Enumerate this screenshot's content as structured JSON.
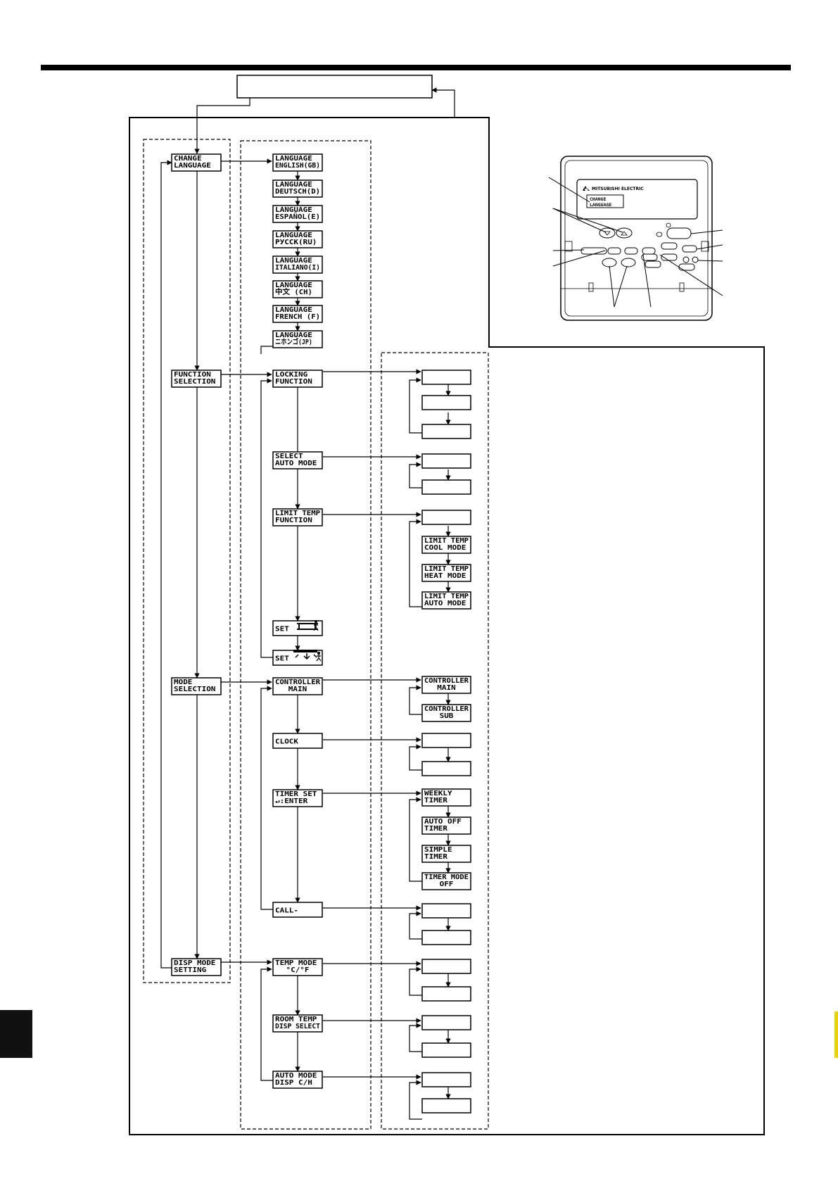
{
  "menu": {
    "main": [
      {
        "id": "change-language",
        "lines": [
          "CHANGE",
          "LANGUAGE"
        ]
      },
      {
        "id": "function-selection",
        "lines": [
          "FUNCTION",
          "SELECTION"
        ]
      },
      {
        "id": "mode-selection",
        "lines": [
          "MODE",
          "SELECTION"
        ]
      },
      {
        "id": "disp-mode-setting",
        "lines": [
          "DISP MODE",
          "SETTING"
        ]
      }
    ],
    "languages": [
      {
        "lines": [
          "LANGUAGE",
          "ENGLISH(GB)"
        ]
      },
      {
        "lines": [
          "LANGUAGE",
          "DEUTSCH(D)"
        ]
      },
      {
        "lines": [
          "LANGUAGE",
          "ESPAÑOL(E)"
        ]
      },
      {
        "lines": [
          "LANGUAGE",
          "РУССК(RU)"
        ]
      },
      {
        "lines": [
          "LANGUAGE",
          "ITALIANO(I)"
        ]
      },
      {
        "lines": [
          "LANGUAGE",
          "中文  (CH)"
        ]
      },
      {
        "lines": [
          "LANGUAGE",
          "FRENCH (F)"
        ]
      },
      {
        "lines": [
          "LANGUAGE",
          "ニホンゴ(JP)"
        ]
      }
    ],
    "functions": [
      {
        "id": "locking",
        "lines": [
          "LOCKING",
          "FUNCTION"
        ]
      },
      {
        "id": "auto",
        "lines": [
          "SELECT",
          "AUTO MODE"
        ]
      },
      {
        "id": "limit",
        "lines": [
          "LIMIT TEMP",
          "FUNCTION"
        ]
      },
      {
        "id": "set1",
        "lines": [
          "SET"
        ]
      },
      {
        "id": "set2",
        "lines": [
          "SET"
        ]
      }
    ],
    "modes": [
      {
        "id": "controller",
        "lines": [
          "CONTROLLER",
          "MAIN"
        ]
      },
      {
        "id": "clock",
        "lines": [
          "CLOCK"
        ]
      },
      {
        "id": "timer",
        "lines": [
          "TIMER SET",
          "↵:ENTER"
        ]
      },
      {
        "id": "call",
        "lines": [
          "CALL-"
        ]
      }
    ],
    "disp": [
      {
        "id": "tempmode",
        "lines": [
          "TEMP MODE",
          "°C/°F"
        ]
      },
      {
        "id": "roomtemp",
        "lines": [
          "ROOM TEMP",
          "DISP SELECT"
        ]
      },
      {
        "id": "automode",
        "lines": [
          "AUTO MODE",
          "DISP C/H"
        ]
      }
    ],
    "options": {
      "limit": [
        {
          "lines": [
            "LIMIT TEMP",
            "COOL MODE"
          ]
        },
        {
          "lines": [
            "LIMIT TEMP",
            "HEAT MODE"
          ]
        },
        {
          "lines": [
            "LIMIT TEMP",
            "AUTO MODE"
          ]
        }
      ],
      "controller": [
        {
          "lines": [
            "CONTROLLER",
            "MAIN"
          ]
        },
        {
          "lines": [
            "CONTROLLER",
            "SUB"
          ]
        }
      ],
      "timer": [
        {
          "lines": [
            "WEEKLY",
            "TIMER"
          ]
        },
        {
          "lines": [
            "AUTO OFF",
            "TIMER"
          ]
        },
        {
          "lines": [
            "SIMPLE",
            "TIMER"
          ]
        },
        {
          "lines": [
            "TIMER MODE",
            "OFF"
          ]
        }
      ]
    }
  },
  "remote": {
    "brand": "MITSUBISHI ELECTRIC",
    "display_lines": [
      "CHANGE",
      "LANGUAGE"
    ]
  }
}
